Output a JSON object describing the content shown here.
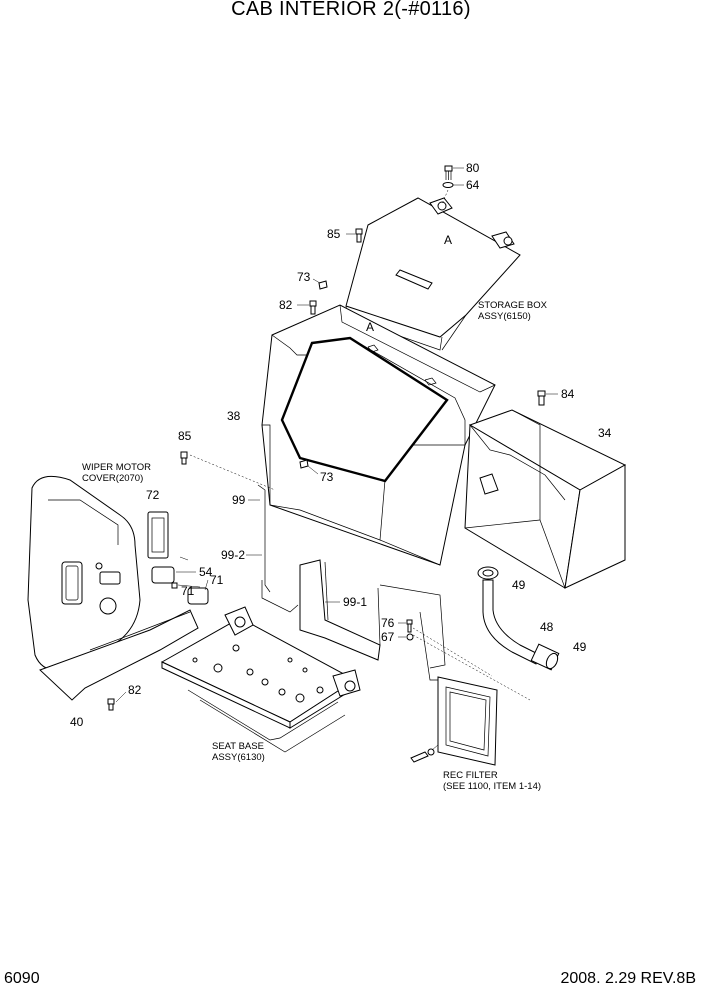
{
  "title": "CAB INTERIOR 2(-#0116)",
  "footer": {
    "page": "6090",
    "revision": "2008. 2.29 REV.8B"
  },
  "callouts": {
    "c80": "80",
    "c64": "64",
    "c85a": "85",
    "c73a": "73",
    "c82a": "82",
    "cA1": "A",
    "cA2": "A",
    "c38": "38",
    "c84": "84",
    "c34": "34",
    "c85b": "85",
    "c73b": "73",
    "c99": "99",
    "c99_2": "99-2",
    "c99_1": "99-1",
    "c72": "72",
    "c54": "54",
    "c71a": "71",
    "c71b": "71",
    "c49a": "49",
    "c48": "48",
    "c49b": "49",
    "c76": "76",
    "c67": "67",
    "c82b": "82",
    "c40": "40"
  },
  "notes": {
    "storage_box_1": "STORAGE BOX",
    "storage_box_2": "ASSY(6150)",
    "wiper_1": "WIPER MOTOR",
    "wiper_2": "COVER(2070)",
    "seat_base_1": "SEAT BASE",
    "seat_base_2": "ASSY(6130)",
    "rec_filter_1": "REC FILTER",
    "rec_filter_2": "(SEE 1100, ITEM 1-14)"
  }
}
